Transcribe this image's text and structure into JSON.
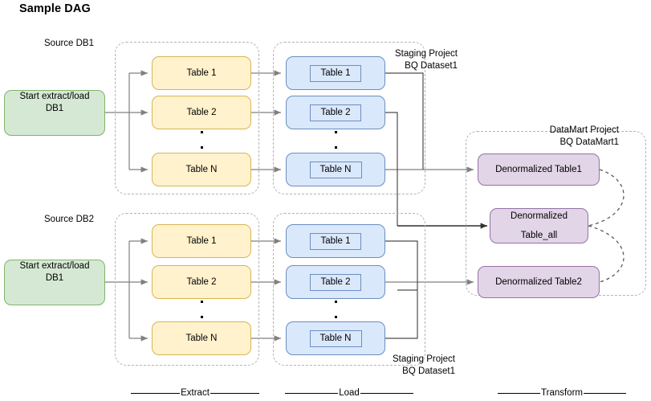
{
  "title": "Sample DAG",
  "groups": {
    "source_db1_label": "Source DB1",
    "source_db2_label": "Source DB2",
    "staging_top_line1": "Staging Project",
    "staging_top_line2": "BQ Dataset1",
    "staging_bottom_line1": "Staging Project",
    "staging_bottom_line2": "BQ Dataset1",
    "datamart_line1": "DataMart Project",
    "datamart_line2": "BQ DataMart1"
  },
  "start_nodes": {
    "db1": {
      "line1": "Start extract/load",
      "line2": "DB1"
    },
    "db2": {
      "line1": "Start extract/load",
      "line2": "DB1"
    }
  },
  "extract_top": [
    {
      "label": "Table 1"
    },
    {
      "label": "Table 2"
    },
    {
      "label": "Table N"
    }
  ],
  "extract_bottom": [
    {
      "label": "Table 1"
    },
    {
      "label": "Table 2"
    },
    {
      "label": "Table N"
    }
  ],
  "load_top": [
    {
      "label": "Table 1"
    },
    {
      "label": "Table 2"
    },
    {
      "label": "Table N"
    }
  ],
  "load_bottom": [
    {
      "label": "Table 1"
    },
    {
      "label": "Table 2"
    },
    {
      "label": "Table N"
    }
  ],
  "transform": {
    "table1": "Denormalized Table1",
    "table_all_line1": "Denormalized",
    "table_all_line2": "Table_all",
    "table2": "Denormalized Table2"
  },
  "phases": {
    "extract": "Extract",
    "load": "Load",
    "transform": "Transform"
  },
  "colors": {
    "green_fill": "#d5e8d4",
    "green_stroke": "#82b366",
    "yellow_fill": "#fff2cc",
    "yellow_stroke": "#d6b656",
    "blue_fill": "#dae8fc",
    "blue_stroke": "#6c8ebf",
    "purple_fill": "#e1d5e7",
    "purple_stroke": "#9673a6",
    "group_stroke": "#b3b3b3",
    "arrow": "#808080",
    "connector": "#4d4d4d"
  }
}
